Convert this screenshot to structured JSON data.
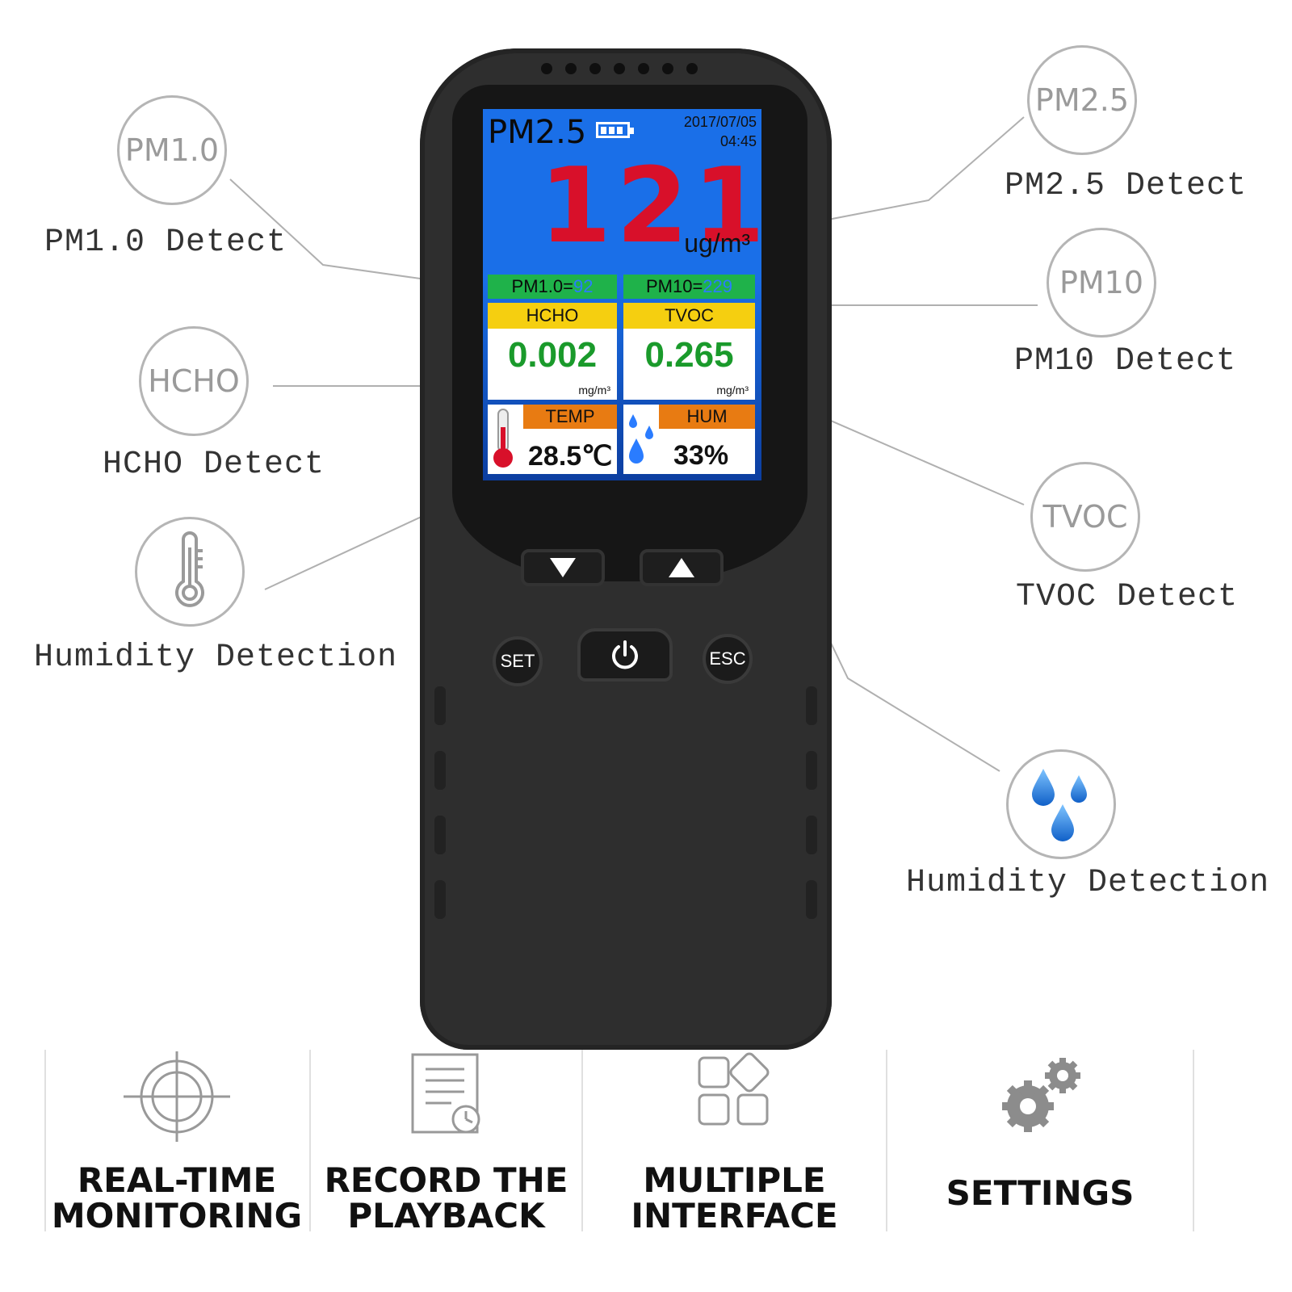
{
  "callouts": {
    "pm10_left": {
      "circle": "PM1.0",
      "label": "PM1.0 Detect"
    },
    "hcho": {
      "circle": "HCHO",
      "label": "HCHO Detect"
    },
    "temp": {
      "label": "Humidity Detection",
      "icon": "thermometer-icon"
    },
    "pm25": {
      "circle": "PM2.5",
      "label": "PM2.5 Detect"
    },
    "pm10": {
      "circle": "PM10",
      "label": "PM10 Detect"
    },
    "tvoc": {
      "circle": "TVOC",
      "label": "TVOC Detect"
    },
    "humidity": {
      "label": "Humidity Detection",
      "icon": "water-drops-icon"
    }
  },
  "screen": {
    "title": "PM2.5",
    "date": "2017/07/05",
    "time": "04:45",
    "main_value": "121",
    "main_unit": "ug/m³",
    "pm1_label": "PM1.0=",
    "pm1_value": "92",
    "pm10_label": "PM10=",
    "pm10_value": "229",
    "hcho_label": "HCHO",
    "hcho_value": "0.002",
    "hcho_unit": "mg/m³",
    "tvoc_label": "TVOC",
    "tvoc_value": "0.265",
    "tvoc_unit": "mg/m³",
    "temp_label": "TEMP",
    "temp_value": "28.5℃",
    "hum_label": "HUM",
    "hum_value": "33%"
  },
  "buttons": {
    "set": "SET",
    "esc": "ESC",
    "down_icon": "triangle-down-icon",
    "up_icon": "triangle-up-icon",
    "power_icon": "power-icon"
  },
  "features": [
    {
      "line1": "REAL-TIME",
      "line2": "MONITORING",
      "icon": "crosshair-icon"
    },
    {
      "line1": "RECORD THE",
      "line2": "PLAYBACK",
      "icon": "document-clock-icon"
    },
    {
      "line1": "MULTIPLE",
      "line2": "INTERFACE",
      "icon": "grid-icon"
    },
    {
      "line1": "SETTINGS",
      "line2": "",
      "icon": "gears-icon"
    }
  ],
  "colors": {
    "screen_blue": "#1a6fe8",
    "main_value_red": "#d8102a",
    "strip_green": "#1fb24a",
    "header_yellow": "#f5cf10",
    "header_orange": "#e87b12",
    "value_green": "#1a9a2b",
    "device_body": "#2e2e2e"
  }
}
